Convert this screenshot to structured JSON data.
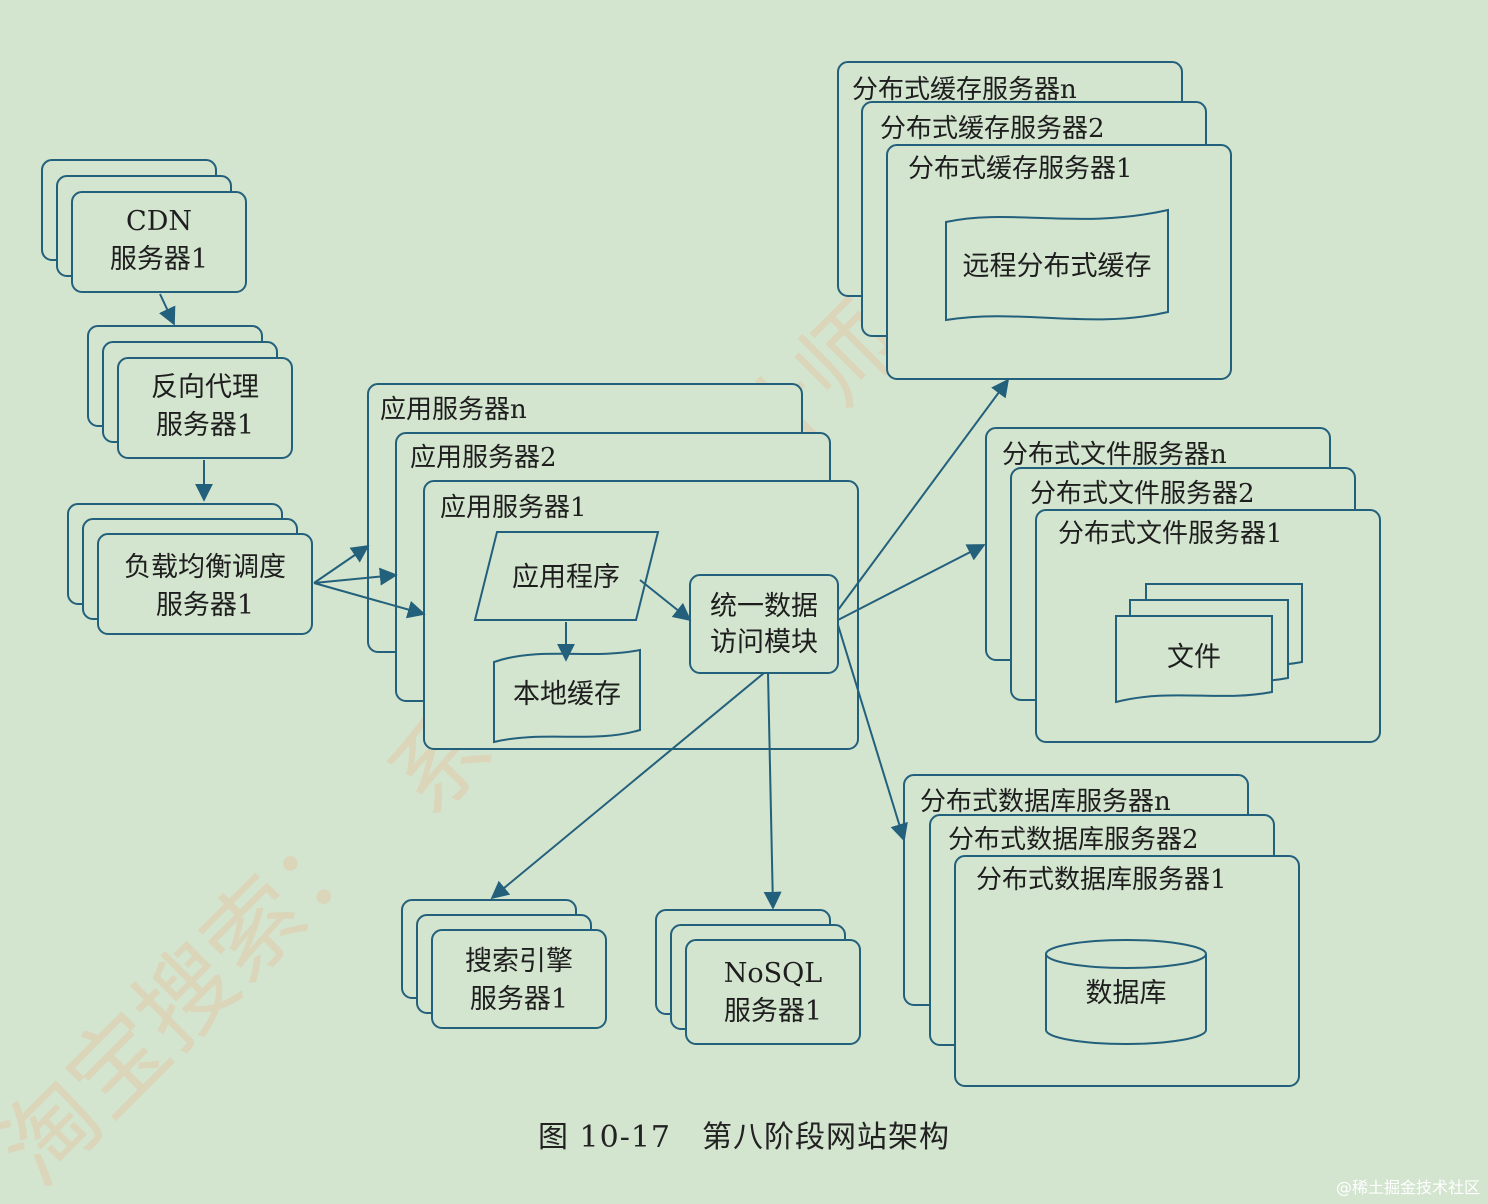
{
  "colors": {
    "background": "#d3e4cf",
    "stroke": "#23607c",
    "text": "#1e1e1e"
  },
  "caption": "图 10-17　第八阶段网站架构",
  "credit": "@稀土掘金技术社区",
  "watermark": [
    "淘宝搜索：",
    "系统架构设计师"
  ],
  "nodes": {
    "cdn": [
      "CDN",
      "服务器1"
    ],
    "proxy": [
      "反向代理",
      "服务器1"
    ],
    "lb": [
      "负载均衡调度",
      "服务器1"
    ],
    "app_n": "应用服务器n",
    "app_2": "应用服务器2",
    "app_1": "应用服务器1",
    "app_program": "应用程序",
    "local_cache": "本地缓存",
    "data_access": [
      "统一数据",
      "访问模块"
    ],
    "search": [
      "搜索引擎",
      "服务器1"
    ],
    "nosql": [
      "NoSQL",
      "服务器1"
    ],
    "cache_n": "分布式缓存服务器n",
    "cache_2": "分布式缓存服务器2",
    "cache_1": "分布式缓存服务器1",
    "remote_cache": "远程分布式缓存",
    "file_n": "分布式文件服务器n",
    "file_2": "分布式文件服务器2",
    "file_1": "分布式文件服务器1",
    "file": "文件",
    "db_n": "分布式数据库服务器n",
    "db_2": "分布式数据库服务器2",
    "db_1": "分布式数据库服务器1",
    "database": "数据库"
  }
}
